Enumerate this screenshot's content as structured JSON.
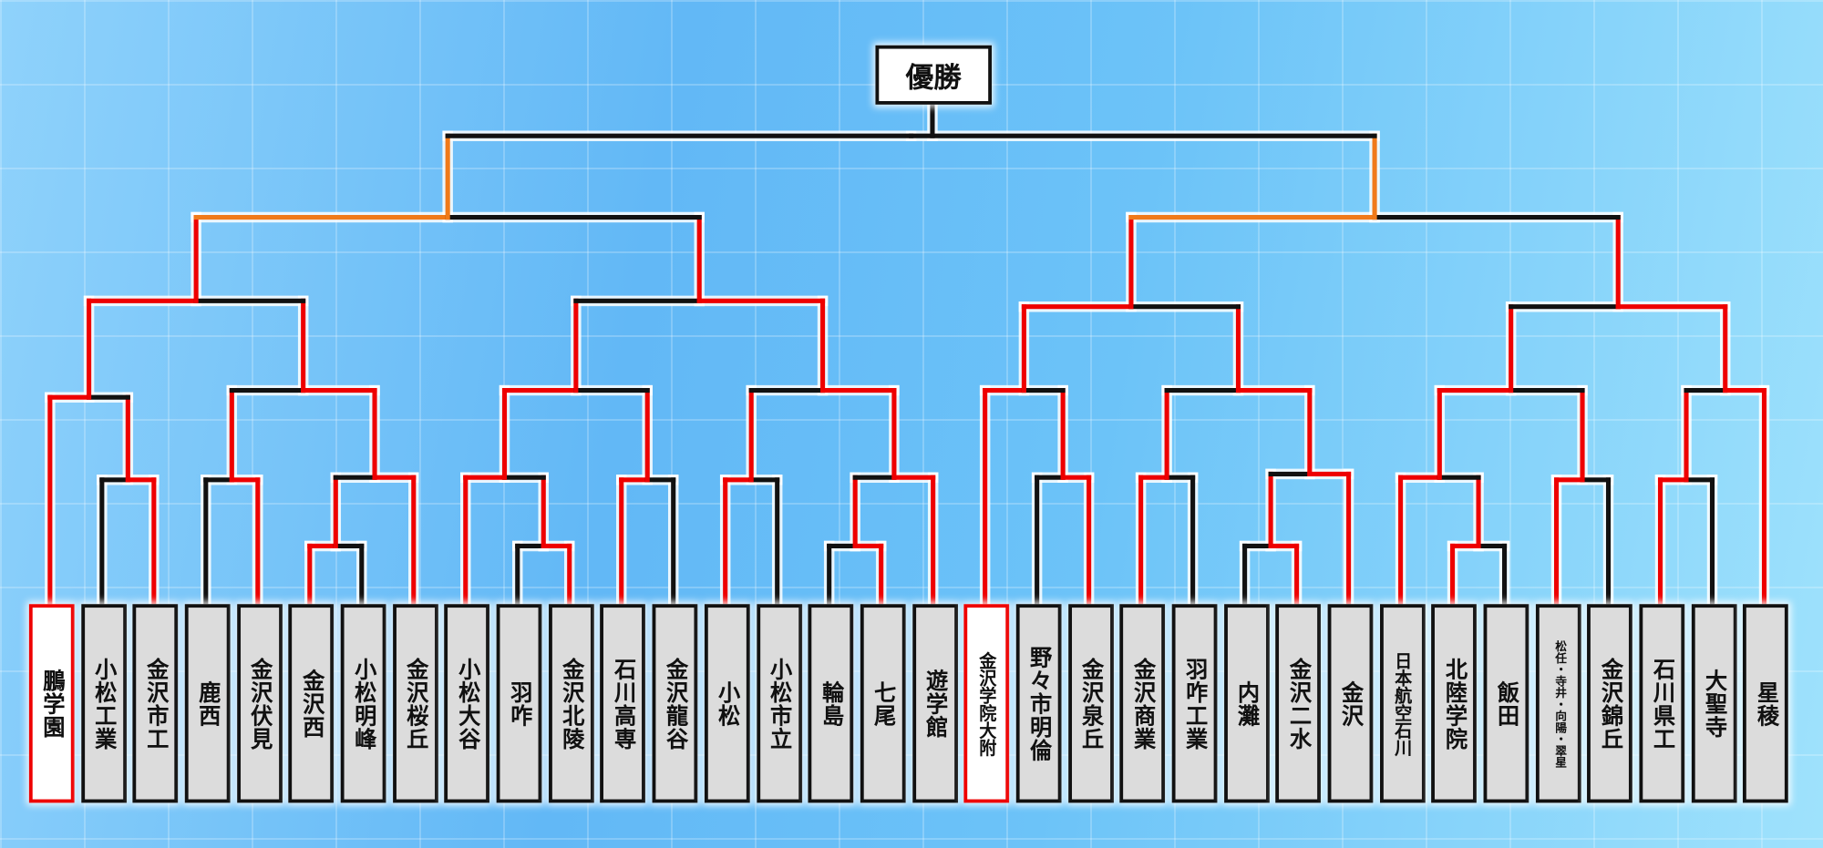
{
  "champion_label": "優勝",
  "colors": {
    "win": "#ee0000",
    "semifinal_win": "#f07a1a",
    "line": "#111111",
    "highlight_border": "#ee0000"
  },
  "teams": [
    {
      "name": "鵬学園",
      "highlight": true
    },
    {
      "name": "小松工業"
    },
    {
      "name": "金沢市工"
    },
    {
      "name": "鹿西"
    },
    {
      "name": "金沢伏見"
    },
    {
      "name": "金沢西"
    },
    {
      "name": "小松明峰"
    },
    {
      "name": "金沢桜丘"
    },
    {
      "name": "小松大谷"
    },
    {
      "name": "羽咋"
    },
    {
      "name": "金沢北陵"
    },
    {
      "name": "石川高専"
    },
    {
      "name": "金沢龍谷"
    },
    {
      "name": "小松"
    },
    {
      "name": "小松市立"
    },
    {
      "name": "輪島"
    },
    {
      "name": "七尾"
    },
    {
      "name": "遊学館"
    },
    {
      "name": "金沢学院大附",
      "highlight": true
    },
    {
      "name": "野々市明倫"
    },
    {
      "name": "金沢泉丘"
    },
    {
      "name": "金沢商業"
    },
    {
      "name": "羽咋工業"
    },
    {
      "name": "内灘"
    },
    {
      "name": "金沢二水"
    },
    {
      "name": "金沢"
    },
    {
      "name": "日本航空石川"
    },
    {
      "name": "北陸学院"
    },
    {
      "name": "飯田"
    },
    {
      "name": "松任・寺井・向陽・翠星"
    },
    {
      "name": "金沢錦丘"
    },
    {
      "name": "石川県工"
    },
    {
      "name": "大聖寺"
    },
    {
      "name": "星稜"
    }
  ],
  "matches": [
    {
      "id": "A",
      "l": 1,
      "r": 2,
      "winner": "r"
    },
    {
      "id": "B",
      "l": 0,
      "r": "A",
      "winner": "l"
    },
    {
      "id": "C",
      "l": 3,
      "r": 4,
      "winner": "r"
    },
    {
      "id": "D",
      "l": 5,
      "r": 6,
      "winner": "l"
    },
    {
      "id": "E",
      "l": "D",
      "r": 7,
      "winner": "r"
    },
    {
      "id": "F",
      "l": "C",
      "r": "E",
      "winner": "r"
    },
    {
      "id": "G",
      "l": "B",
      "r": "F",
      "winner": "l"
    },
    {
      "id": "H",
      "l": 9,
      "r": 10,
      "winner": "r"
    },
    {
      "id": "I",
      "l": 8,
      "r": "H",
      "winner": "l"
    },
    {
      "id": "J",
      "l": 11,
      "r": 12,
      "winner": "l"
    },
    {
      "id": "K",
      "l": "I",
      "r": "J",
      "winner": "l"
    },
    {
      "id": "L",
      "l": 13,
      "r": 14,
      "winner": "l"
    },
    {
      "id": "M",
      "l": 15,
      "r": 16,
      "winner": "r"
    },
    {
      "id": "N",
      "l": "M",
      "r": 17,
      "winner": "r"
    },
    {
      "id": "O",
      "l": "L",
      "r": "N",
      "winner": "r"
    },
    {
      "id": "P",
      "l": "K",
      "r": "O",
      "winner": "r"
    },
    {
      "id": "Q",
      "l": "G",
      "r": "P",
      "winner": "l",
      "stage": "semifinal"
    },
    {
      "id": "R",
      "l": 19,
      "r": 20,
      "winner": "r"
    },
    {
      "id": "S",
      "l": 18,
      "r": "R",
      "winner": "l"
    },
    {
      "id": "T",
      "l": 21,
      "r": 22,
      "winner": "l"
    },
    {
      "id": "U",
      "l": 23,
      "r": 24,
      "winner": "r"
    },
    {
      "id": "V",
      "l": "U",
      "r": 25,
      "winner": "r"
    },
    {
      "id": "W",
      "l": "T",
      "r": "V",
      "winner": "r"
    },
    {
      "id": "X",
      "l": "S",
      "r": "W",
      "winner": "l"
    },
    {
      "id": "Y",
      "l": 27,
      "r": 28,
      "winner": "l"
    },
    {
      "id": "Z",
      "l": 26,
      "r": "Y",
      "winner": "l"
    },
    {
      "id": "AA",
      "l": 29,
      "r": 30,
      "winner": "l"
    },
    {
      "id": "AB",
      "l": "Z",
      "r": "AA",
      "winner": "l"
    },
    {
      "id": "AC",
      "l": 31,
      "r": 32,
      "winner": "l"
    },
    {
      "id": "AD",
      "l": "AC",
      "r": 33,
      "winner": "r"
    },
    {
      "id": "AE",
      "l": "AB",
      "r": "AD",
      "winner": "r"
    },
    {
      "id": "AF",
      "l": "X",
      "r": "AE",
      "winner": "l",
      "stage": "semifinal"
    },
    {
      "id": "FINAL",
      "l": "Q",
      "r": "AF",
      "winner": null,
      "stage": "final"
    }
  ]
}
